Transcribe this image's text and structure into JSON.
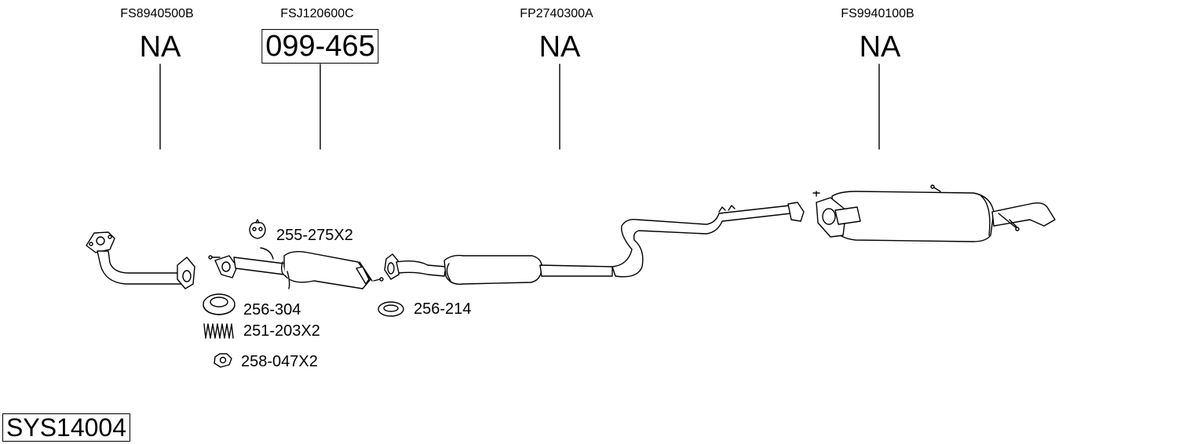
{
  "assemblies": [
    {
      "oe_number": "FS8940500B",
      "code": "NA"
    },
    {
      "oe_number": "FSJ120600C",
      "code": "099-465"
    },
    {
      "oe_number": "FP2740300A",
      "code": "NA"
    },
    {
      "oe_number": "FS9940100B",
      "code": "NA"
    }
  ],
  "parts": [
    {
      "label": "255-275X2",
      "icon": "rubber-hanger-icon"
    },
    {
      "label": "256-304",
      "icon": "gasket-ring-icon"
    },
    {
      "label": "251-203X2",
      "icon": "spring-icon"
    },
    {
      "label": "258-047X2",
      "icon": "hex-nut-icon"
    },
    {
      "label": "256-214",
      "icon": "flat-gasket-icon"
    }
  ],
  "system_id": "SYS14004"
}
